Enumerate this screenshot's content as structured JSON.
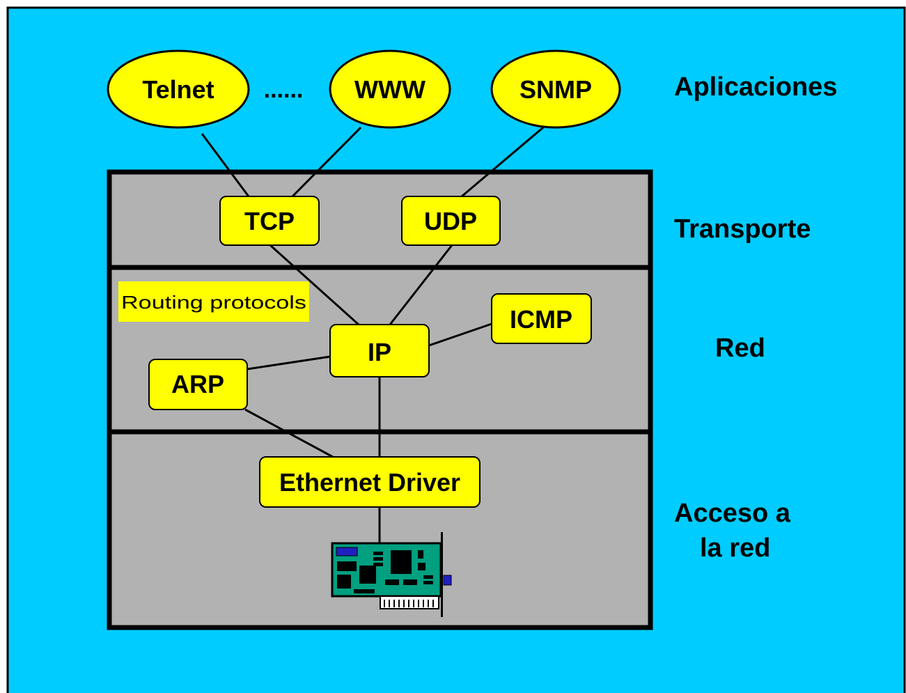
{
  "applications": {
    "telnet": "Telnet",
    "ellipsis": "......",
    "www": "WWW",
    "snmp": "SNMP"
  },
  "protocols": {
    "tcp": "TCP",
    "udp": "UDP",
    "routing": "Routing protocols",
    "icmp": "ICMP",
    "ip": "IP",
    "arp": "ARP",
    "ethernet": "Ethernet Driver"
  },
  "layers": {
    "applications": "Aplicaciones",
    "transport": "Transporte",
    "network": "Red",
    "access_line1": "Acceso a",
    "access_line2": "la red"
  },
  "colors": {
    "background": "#00ccff",
    "layer_fill": "#b2b2b2",
    "node_fill": "#ffff00",
    "nic_board": "#00a080",
    "nic_chip": "#000000",
    "nic_accent": "#2020c0"
  },
  "icons": {
    "nic": "network-interface-card-icon"
  }
}
